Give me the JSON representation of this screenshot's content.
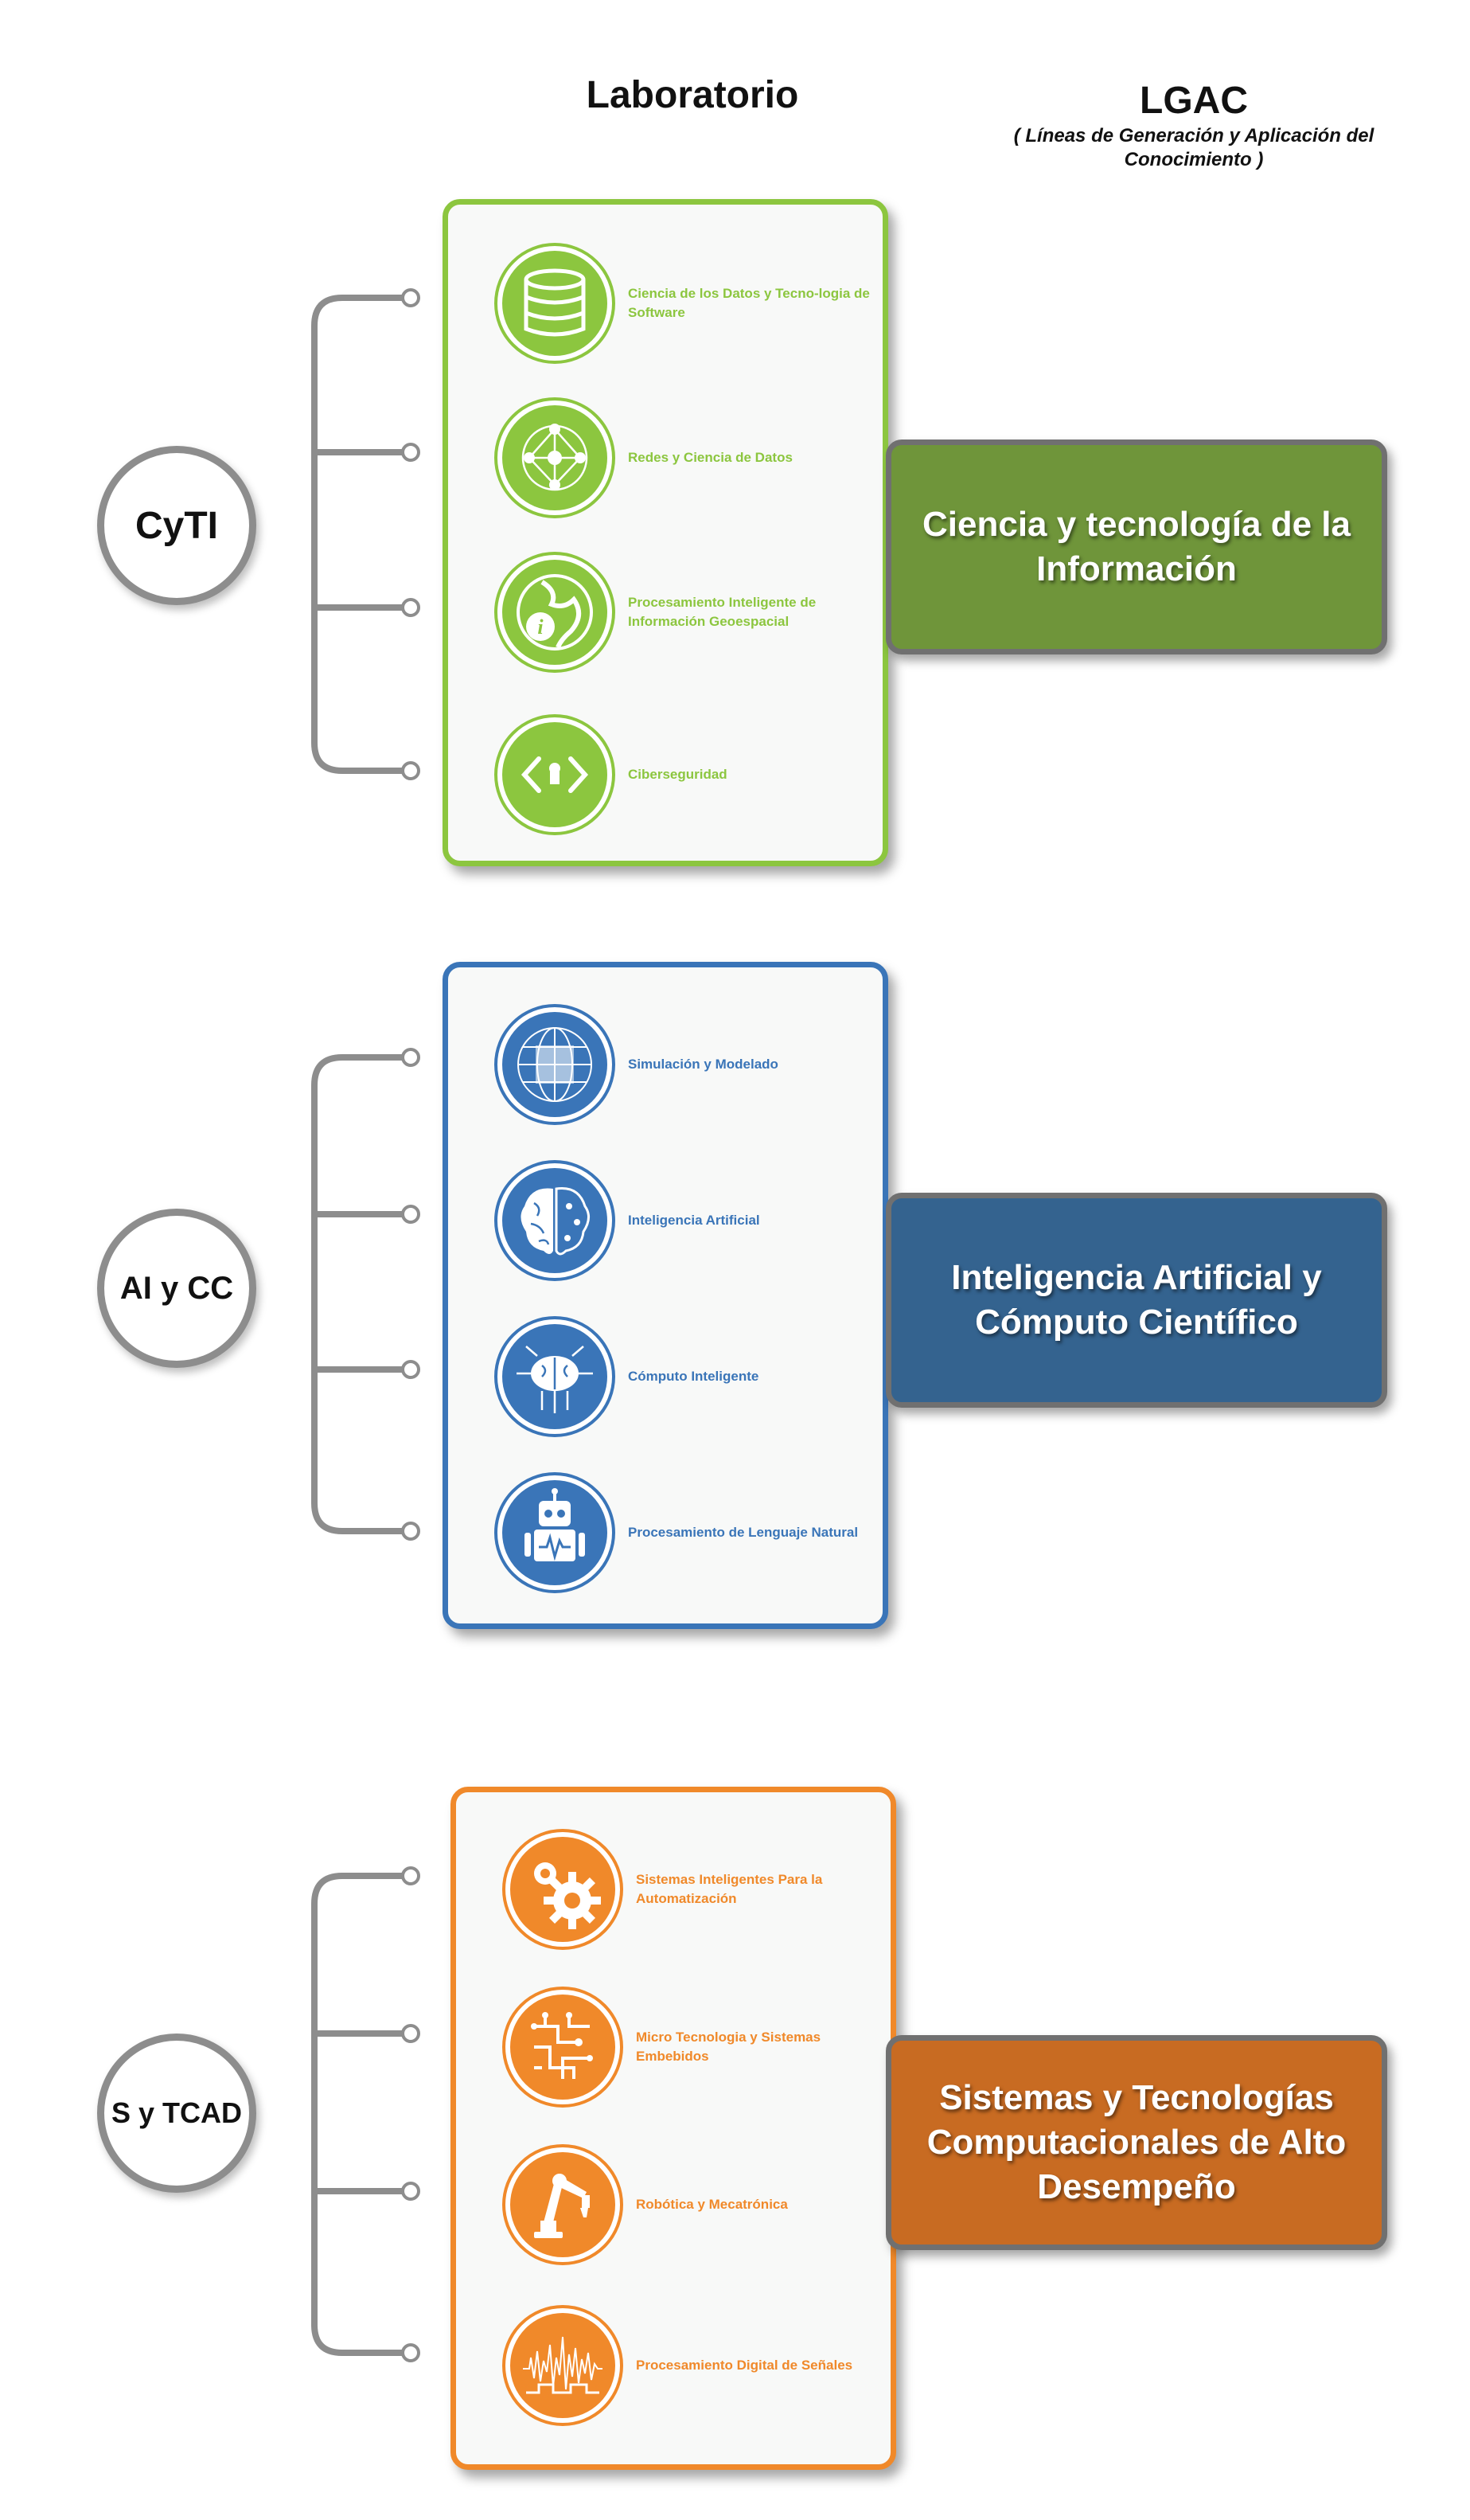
{
  "header": {
    "laboratorio": "Laboratorio",
    "lgac": "LGAC",
    "lgac_subtitle": "( Líneas de Generación y Aplicación del Conocimiento )"
  },
  "groups": [
    {
      "tag": "CyTI",
      "color": "#8cc63f",
      "lgac_color": "#6f953a",
      "lgac_title": "Ciencia y tecnología de la Información",
      "labs": [
        {
          "label": "Ciencia de los Datos y Tecno-logia de Software",
          "icon": "database-icon"
        },
        {
          "label": "Redes y Ciencia de Datos",
          "icon": "network-graph-icon"
        },
        {
          "label": "Procesamiento Inteligente de Información Geoespacial",
          "icon": "globe-info-icon"
        },
        {
          "label": "Ciberseguridad",
          "icon": "lock-code-icon"
        }
      ]
    },
    {
      "tag": "AI y CC",
      "color": "#3a75b8",
      "lgac_color": "#34638f",
      "lgac_title": "Inteligencia Artificial y Cómputo Científico",
      "labs": [
        {
          "label": "Simulación y Modelado",
          "icon": "globe-grid-icon"
        },
        {
          "label": "Inteligencia Artificial",
          "icon": "brain-circuit-icon"
        },
        {
          "label": "Cómputo Inteligente",
          "icon": "brain-chip-icon"
        },
        {
          "label": "Procesamiento de Lenguaje Natural",
          "icon": "robot-icon"
        }
      ]
    },
    {
      "tag": "S y TCAD",
      "color": "#f0892a",
      "lgac_color": "#c86b22",
      "lgac_title": "Sistemas y Tecnologías Computacionales de Alto Desempeño",
      "labs": [
        {
          "label": "Sistemas Inteligentes Para la Automatización",
          "icon": "gears-icon"
        },
        {
          "label": "Micro Tecnologia y Sistemas Embebidos",
          "icon": "microchip-icon"
        },
        {
          "label": "Robótica y Mecatrónica",
          "icon": "robot-arm-icon"
        },
        {
          "label": "Procesamiento Digital de Señales",
          "icon": "signal-wave-icon"
        }
      ]
    }
  ]
}
